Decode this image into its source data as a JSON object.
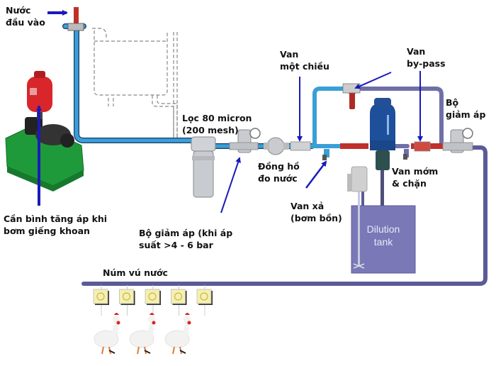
{
  "title": "Sơ đồ hệ thống cấp nước và pha thuốc cho gà",
  "labels": {
    "water_inlet": [
      "Nước",
      "đầu vào"
    ],
    "filter": [
      "Lọc 80 micron",
      "(200 mesh)"
    ],
    "water_meter": [
      "Đồng hồ",
      "đo nước"
    ],
    "check_valve": [
      "Van",
      "một chiều"
    ],
    "bypass_valve": [
      "Van",
      "by-pass"
    ],
    "pressure_reducer_right": [
      "Bộ",
      "giảm áp"
    ],
    "shutoff_valve": [
      "Van mớm",
      "& chặn"
    ],
    "drain_valve": [
      "Van xả",
      "(bơm bồn)"
    ],
    "pressure_tank": [
      "Cần bình tăng áp khi",
      "bơm giếng khoan"
    ],
    "pressure_reducer_left": [
      "Bộ giảm áp (khi áp",
      "suất >4 - 6 bar"
    ],
    "nipples": "Núm vú nước",
    "dilution_tank": [
      "Dilution",
      "tank"
    ]
  },
  "components": {
    "nipple_count": 5,
    "chicken_count": 3
  },
  "colors": {
    "pipe_blue": "#3a9fd6",
    "pipe_purple": "#6f6fa8",
    "valve_red": "#c0302a",
    "arrow_blue": "#1a1ab8",
    "tank_purple": "#7b78b8",
    "pump_green": "#1f9a3a",
    "medicator_blue": "#1d4f9a"
  }
}
